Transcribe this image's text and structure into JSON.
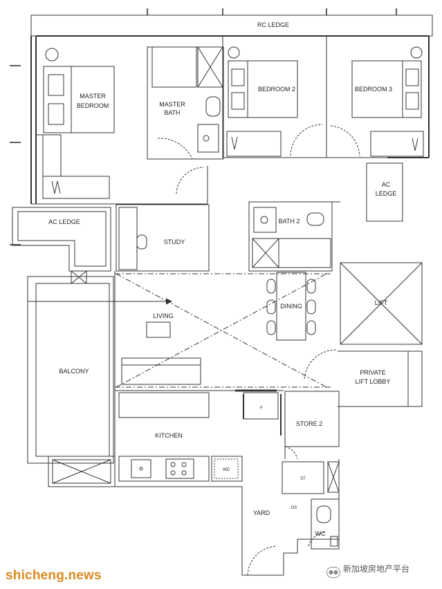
{
  "rooms": {
    "rc_ledge": "RC LEDGE",
    "master_bedroom": [
      "MASTER",
      "BEDROOM"
    ],
    "master_bath": [
      "MASTER",
      "BATH"
    ],
    "bedroom2": "BEDROOM 2",
    "bedroom3": "BEDROOM 3",
    "ac_ledge_right": [
      "AC",
      "LEDGE"
    ],
    "ac_ledge_left": "AC LEDGE",
    "study": "STUDY",
    "bath2": "BATH 2",
    "living": "LIVING",
    "dining": "DINING",
    "lift": "LIFT",
    "private_lift_lobby": [
      "PRIVATE",
      "LIFT LOBBY"
    ],
    "balcony": "BALCONY",
    "kitchen": "KITCHEN",
    "store2": "STORE 2",
    "yard": "YARD",
    "wc": "WC"
  },
  "fixtures": {
    "fridge": "F",
    "washer_dryer": "WD",
    "storage_tank": "ST",
    "ds": "DS"
  },
  "watermarks": {
    "site": "shicheng.news",
    "channel": "新加坡房地产平台"
  }
}
